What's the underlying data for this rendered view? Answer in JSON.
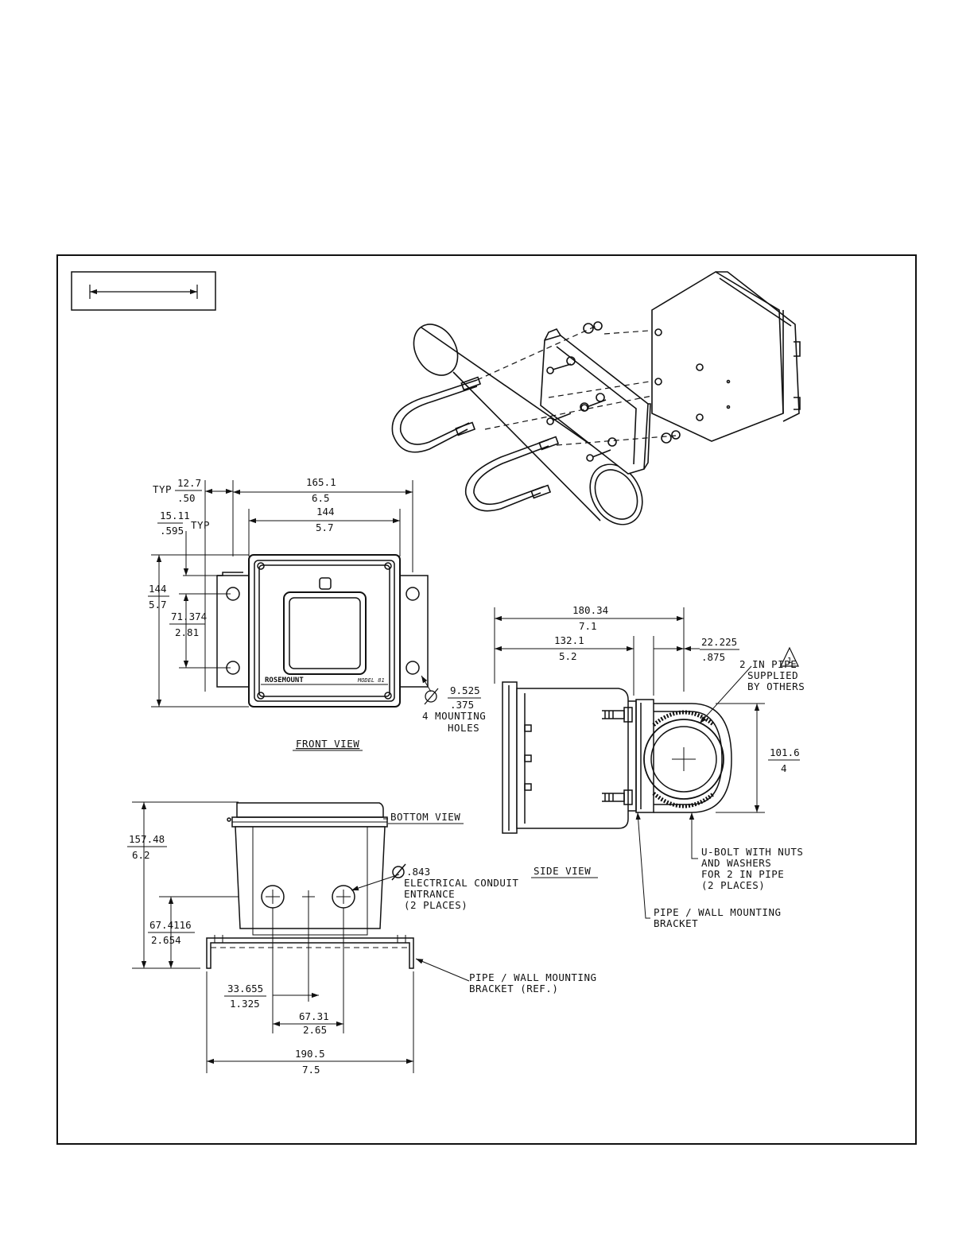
{
  "figure": {
    "front_view": {
      "title": "FRONT VIEW",
      "brand_text": "ROSEMOUNT",
      "model_text": "MODEL 81",
      "dims": {
        "typ_12_7": "12.7",
        "typ_50": ".50",
        "typ_label_top": "TYP",
        "typ_15_11": "15.11",
        "typ_595": ".595",
        "typ_label_2": "TYP",
        "w_165_1": "165.1",
        "w_6_5": "6.5",
        "w_144": "144",
        "w_5_7": "5.7",
        "h_144": "144",
        "h_5_7": "5.7",
        "h_71_374": "71.374",
        "h_2_81": "2.81",
        "hole_9_525": "9.525",
        "hole_375": ".375",
        "holes_note_1": "4 MOUNTING",
        "holes_note_2": "HOLES"
      }
    },
    "side_view": {
      "title": "SIDE VIEW",
      "note_flag": "1",
      "dims": {
        "d_180_34": "180.34",
        "d_7_1": "7.1",
        "d_132_1": "132.1",
        "d_5_2": "5.2",
        "d_22_225": "22.225",
        "d_875": ".875",
        "d_101_6": "101.6",
        "d_4": "4"
      },
      "notes": {
        "pipe_1": "2 IN PIPE",
        "pipe_2": "SUPPLIED",
        "pipe_3": "BY OTHERS",
        "ubolt_1": "U-BOLT WITH NUTS",
        "ubolt_2": "AND WASHERS",
        "ubolt_3": "FOR 2 IN PIPE",
        "ubolt_4": "(2 PLACES)",
        "bracket_1": "PIPE / WALL MOUNTING",
        "bracket_2": "BRACKET"
      }
    },
    "bottom_view": {
      "title": "BOTTOM VIEW",
      "dims": {
        "h_157_48": "157.48",
        "h_6_2": "6.2",
        "h_67_4116": "67.4116",
        "h_2_654": "2.654",
        "c_843": ".843",
        "w_33_655": "33.655",
        "w_1_325": "1.325",
        "w_67_31": "67.31",
        "w_2_65": "2.65",
        "w_190_5": "190.5",
        "w_7_5": "7.5"
      },
      "notes": {
        "conduit_1": "ELECTRICAL CONDUIT",
        "conduit_2": "ENTRANCE",
        "conduit_3": "(2 PLACES)",
        "bracket_1": "PIPE / WALL MOUNTING",
        "bracket_2": "BRACKET (REF.)"
      }
    }
  }
}
